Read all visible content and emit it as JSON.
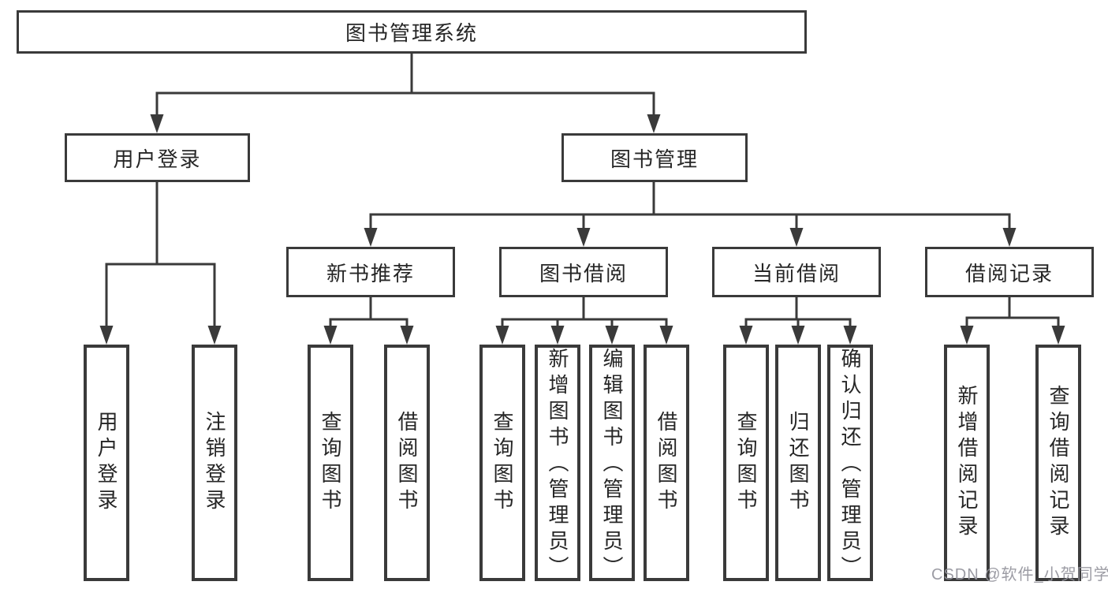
{
  "diagram": {
    "root": "图书管理系统",
    "branches": [
      {
        "label": "用户登录",
        "children": [
          "用户登录",
          "注销登录"
        ]
      },
      {
        "label": "图书管理",
        "children": [
          {
            "label": "新书推荐",
            "children": [
              "查询图书",
              "借阅图书"
            ]
          },
          {
            "label": "图书借阅",
            "children": [
              "查询图书",
              "新增图书（管理员）",
              "编辑图书（管理员）",
              "借阅图书"
            ]
          },
          {
            "label": "当前借阅",
            "children": [
              "查询图书",
              "归还图书",
              "确认归还（管理员）"
            ]
          },
          {
            "label": "借阅记录",
            "children": [
              "新增借阅记录",
              "查询借阅记录"
            ]
          }
        ]
      }
    ]
  },
  "watermark": "CSDN @软件_小贺同学",
  "colors": {
    "line": "#3a3a3a",
    "box_border": "#3a3a3a",
    "text": "#262626",
    "background": "#ffffff",
    "watermark": "#94949c"
  }
}
